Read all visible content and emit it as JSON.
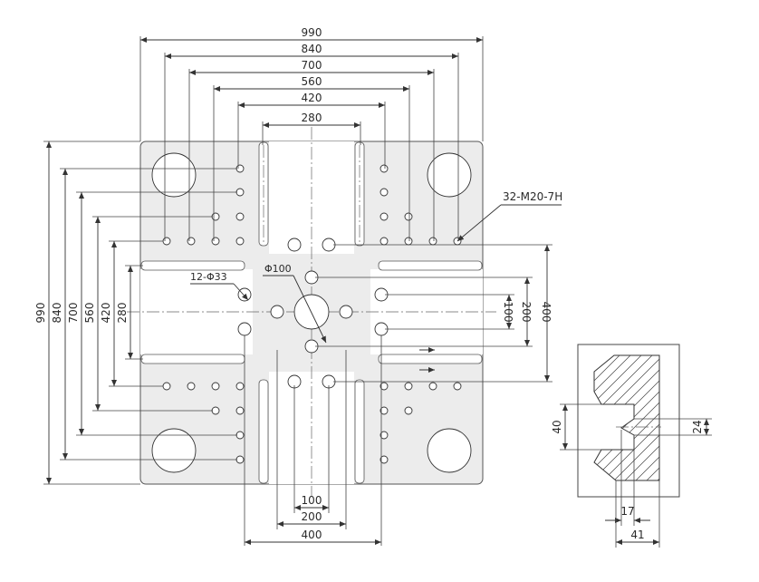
{
  "drawing": {
    "top_dimensions": [
      "990",
      "840",
      "700",
      "560",
      "420",
      "280"
    ],
    "left_dimensions": [
      "990",
      "840",
      "700",
      "560",
      "420",
      "280"
    ],
    "right_dimensions": [
      "100",
      "200",
      "400"
    ],
    "bottom_dimensions": [
      "100",
      "200",
      "400"
    ],
    "thread_callout": "32-M20-7H",
    "hole_callout": "12-Φ33",
    "center_bore": "Φ100",
    "detail": {
      "depth_label": "40",
      "neck_label": "24",
      "dim_17": "17",
      "dim_41": "41"
    }
  }
}
